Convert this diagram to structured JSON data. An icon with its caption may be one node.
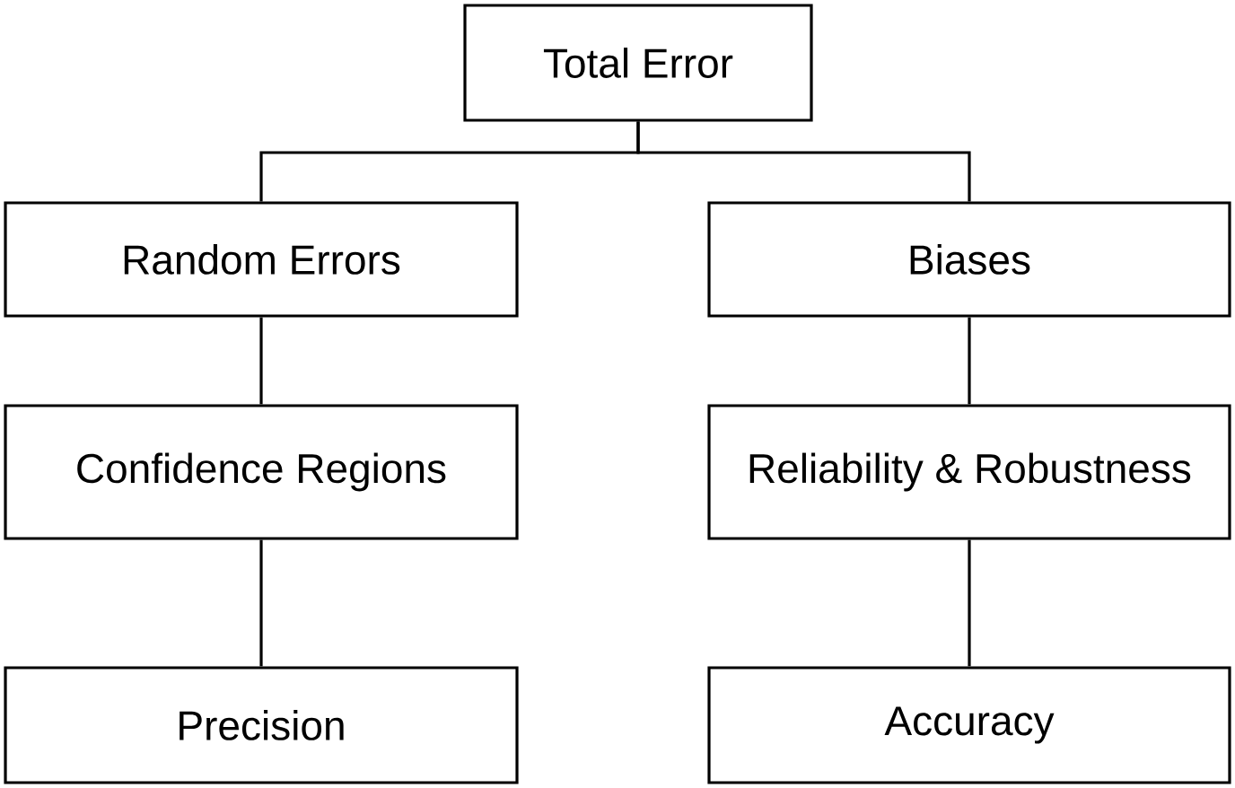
{
  "diagram": {
    "nodes": [
      {
        "text": [
          "Total Error"
        ]
      },
      {
        "text": [
          "Random Errors"
        ]
      },
      {
        "text": [
          "Biases"
        ]
      },
      {
        "text": [
          "Confidence Regions"
        ]
      },
      {
        "text": [
          "Reliability & Robustness"
        ]
      },
      {
        "text": [
          "Precision"
        ]
      },
      {
        "text": [
          "Accuracy"
        ]
      }
    ],
    "edges": [
      {
        "from": 0,
        "to": 1,
        "arrow": "none"
      },
      {
        "from": 0,
        "to": 2,
        "arrow": "none"
      },
      {
        "from": 1,
        "to": 3,
        "arrow": "none"
      },
      {
        "from": 2,
        "to": 4,
        "arrow": "none"
      },
      {
        "from": 3,
        "to": 5,
        "arrow": "none"
      },
      {
        "from": 4,
        "to": 6,
        "arrow": "none"
      }
    ]
  }
}
